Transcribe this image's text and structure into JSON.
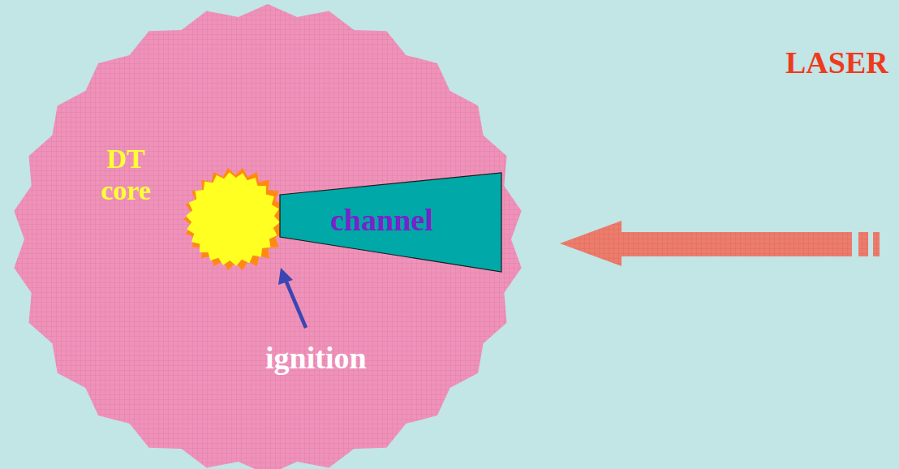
{
  "diagram": {
    "nodes": [
      {
        "text": [
          "DT core"
        ]
      },
      {
        "text": [
          "channel"
        ],
        "in": 0
      }
    ],
    "labels": [
      "ignition",
      "LASER"
    ]
  }
}
